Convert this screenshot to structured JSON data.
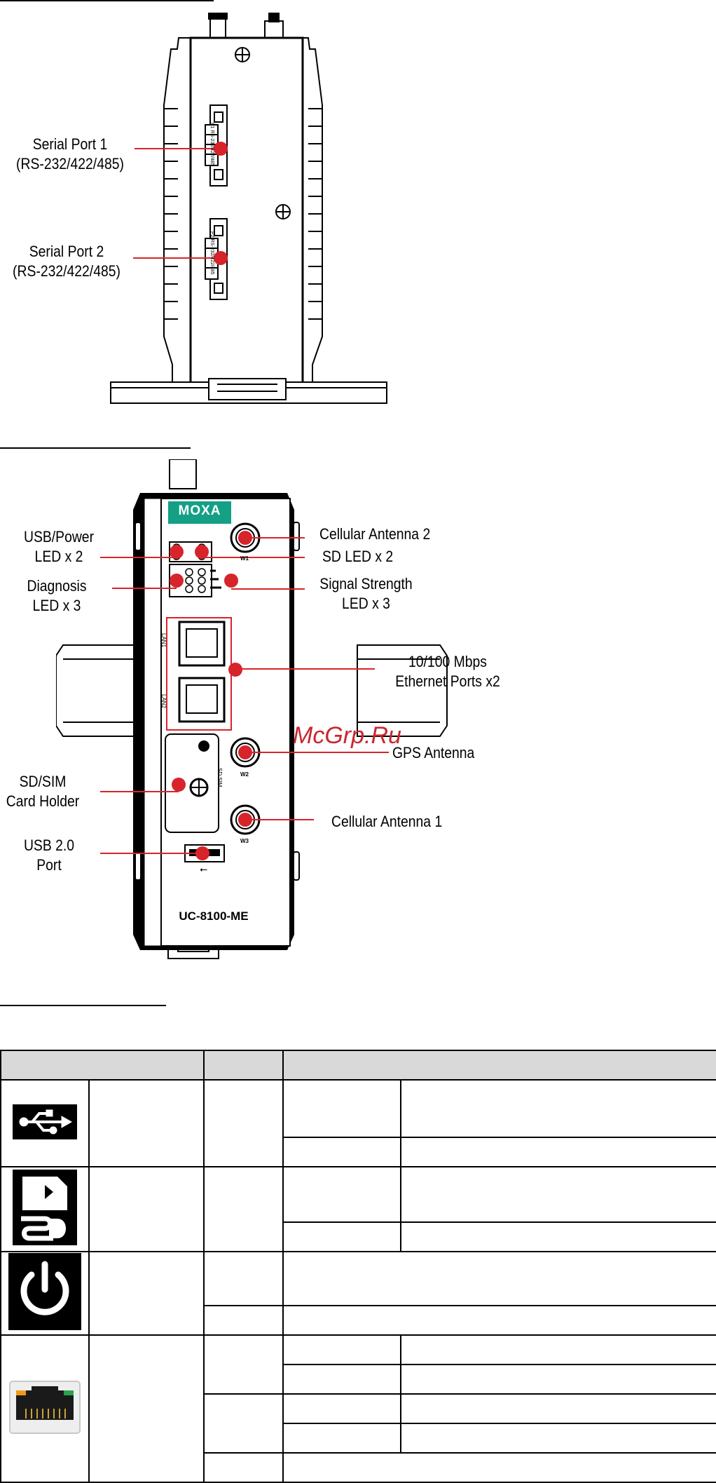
{
  "rear_view": {
    "callouts": [
      {
        "id": "serial-port-1",
        "lines": [
          "Serial Port 1",
          "(RS-232/422/485)"
        ]
      },
      {
        "id": "serial-port-2",
        "lines": [
          "Serial Port 2",
          "(RS-232/422/485)"
        ]
      }
    ],
    "port_labels": [
      "P1 RS-232/422/485",
      "P2 RS-232/422/485"
    ]
  },
  "front_view": {
    "brand": "MOXA",
    "model": "UC-8100-ME",
    "left_callouts": [
      {
        "id": "usb-power-led",
        "lines": [
          "USB/Power",
          "LED x 2"
        ]
      },
      {
        "id": "diagnosis-led",
        "lines": [
          "Diagnosis",
          "LED x 3"
        ]
      },
      {
        "id": "sd-sim-holder",
        "lines": [
          "SD/SIM",
          "Card Holder"
        ]
      },
      {
        "id": "usb-port",
        "lines": [
          "USB 2.0",
          "Port"
        ]
      }
    ],
    "right_callouts": [
      {
        "id": "cell-antenna-2",
        "lines": [
          "Cellular Antenna 2"
        ]
      },
      {
        "id": "sd-led",
        "lines": [
          "SD LED x 2"
        ]
      },
      {
        "id": "signal-led",
        "lines": [
          "Signal Strength",
          "LED x 3"
        ]
      },
      {
        "id": "ethernet",
        "lines": [
          "10/100 Mbps",
          "Ethernet Ports x2"
        ]
      },
      {
        "id": "gps-antenna",
        "lines": [
          "GPS Antenna"
        ]
      },
      {
        "id": "cell-antenna-1",
        "lines": [
          "Cellular Antenna 1"
        ]
      }
    ],
    "panel_labels": {
      "lan1": "LAN1",
      "lan2": "LAN2",
      "w1": "W1",
      "w2": "W2",
      "w3": "W3",
      "sd_sim": "SD SIM"
    }
  },
  "watermark": "McGrp.Ru",
  "led_table": {
    "icons": [
      "usb-icon",
      "sd-card-icon",
      "power-icon",
      "ethernet-icon"
    ]
  },
  "colors": {
    "callout_red": "#d7242b",
    "moxa_green": "#14a085",
    "header_gray": "#d9d9d9"
  }
}
